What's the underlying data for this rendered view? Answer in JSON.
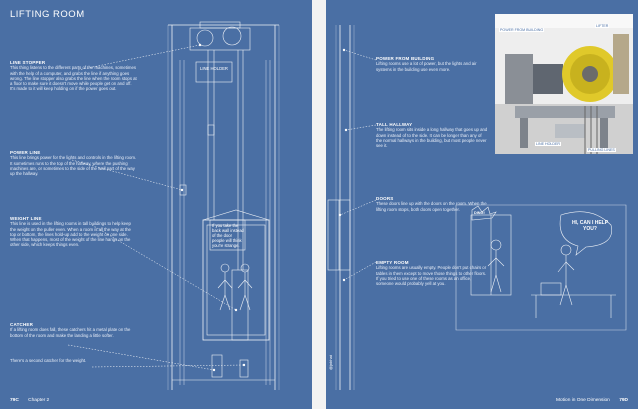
{
  "left_page": {
    "title": "LIFTING ROOM",
    "notes": [
      {
        "id": "line-stopper",
        "header": "LINE STOPPER",
        "text": "This thing listens to the different parts of the machines, sometimes with the help of a computer, and grabs the line if anything goes wrong. The line stopper also grabs the line when the room stops at a floor to make sure it doesn't move while people get on and off. It's made to it will keep holding on if the power goes out."
      },
      {
        "id": "power-line",
        "header": "POWER LINE",
        "text": "This line brings power for the lights and controls in the lifting room. It sometimes runs to the top of the hallway, where the pushing machines are, or sometimes to the side of the wall part of the way up the hallway."
      },
      {
        "id": "weight-line",
        "header": "WEIGHT LINE",
        "text": "This line is used in the lifting rooms in tall buildings to help keep the weight on the puller even. When a room is all the way at the top or bottom, the lines hold-up add to the weight on one side. When that happens, most of the weight of the line hangs on the other side, which keeps things even."
      },
      {
        "id": "catcher",
        "header": "CATCHER",
        "text": "If a lifting room does fall, these catchers hit a metal plate on the bottom of the room and make the landing a little softer."
      },
      {
        "id": "second-catcher",
        "header": "",
        "text": "There's a second catcher for the weight."
      }
    ],
    "line_holder_label": "LINE HOLDER",
    "speech_bubble": "If you take the back wall instead of the door people will think you're strange.",
    "footer_number": "79C",
    "footer_chapter": "Chapter 2"
  },
  "right_page": {
    "notes": [
      {
        "id": "power-from-building",
        "header": "POWER FROM BUILDING",
        "text": "Lifting rooms use a lot of power, but the lights and air systems in the building use even more."
      },
      {
        "id": "tall-hallway",
        "header": "TALL HALLWAY",
        "text": "The lifting room sits inside a long hallway that goes up and down instead of to the side. It can be longer than any of the normal hallways in the building, but most people never see it."
      },
      {
        "id": "doors",
        "header": "DOORS",
        "text": "These doors line up with the doors on the room. When the lifting room stops, both doors open together."
      },
      {
        "id": "empty-room",
        "header": "EMPTY ROOM",
        "text": "Lifting rooms are usually empty. People don't put chairs or tables in them except to move those things to other floors. If you tried to use one of these rooms as an office, someone would probably yell at you."
      }
    ],
    "photo_labels": {
      "power": "POWER FROM BUILDING",
      "lifter": "LIFTER",
      "line_holder": "LINE HOLDER",
      "pulling_lines": "PULLING LINES"
    },
    "comic": {
      "sound": "DING!",
      "speech": "HI, CAN I HELP YOU?"
    },
    "side_tag": "@jnbhat",
    "footer_chapter": "Motion in One Dimension",
    "footer_number": "79D"
  },
  "colors": {
    "page_blue": "#4a6fa4",
    "ink": "#ffffff",
    "gutter": "#f2f2f2"
  }
}
